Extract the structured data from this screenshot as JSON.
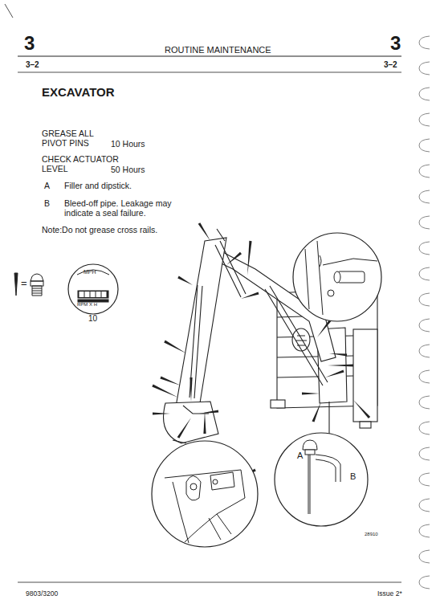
{
  "diagram": {
    "nodes": [
      {
        "text": [
          "MPH",
          "RPM X H"
        ]
      },
      {
        "text": [
          "A",
          "B"
        ]
      }
    ],
    "labels": [
      "3",
      "ROUTINE MAINTENANCE",
      "3",
      "3–2",
      "3–2",
      "EXCAVATOR",
      "GREASE ALL PIVOT PINS",
      "10 Hours",
      "CHECK ACTUATOR LEVEL",
      "50 Hours",
      "A",
      "Filler and dipstick.",
      "B",
      "Bleed-off pipe. Leakage may indicate a seal failure.",
      "Note:Do not grease cross rails.",
      "=",
      "10",
      "28910",
      "9803/3200",
      "Issue 2*"
    ]
  }
}
